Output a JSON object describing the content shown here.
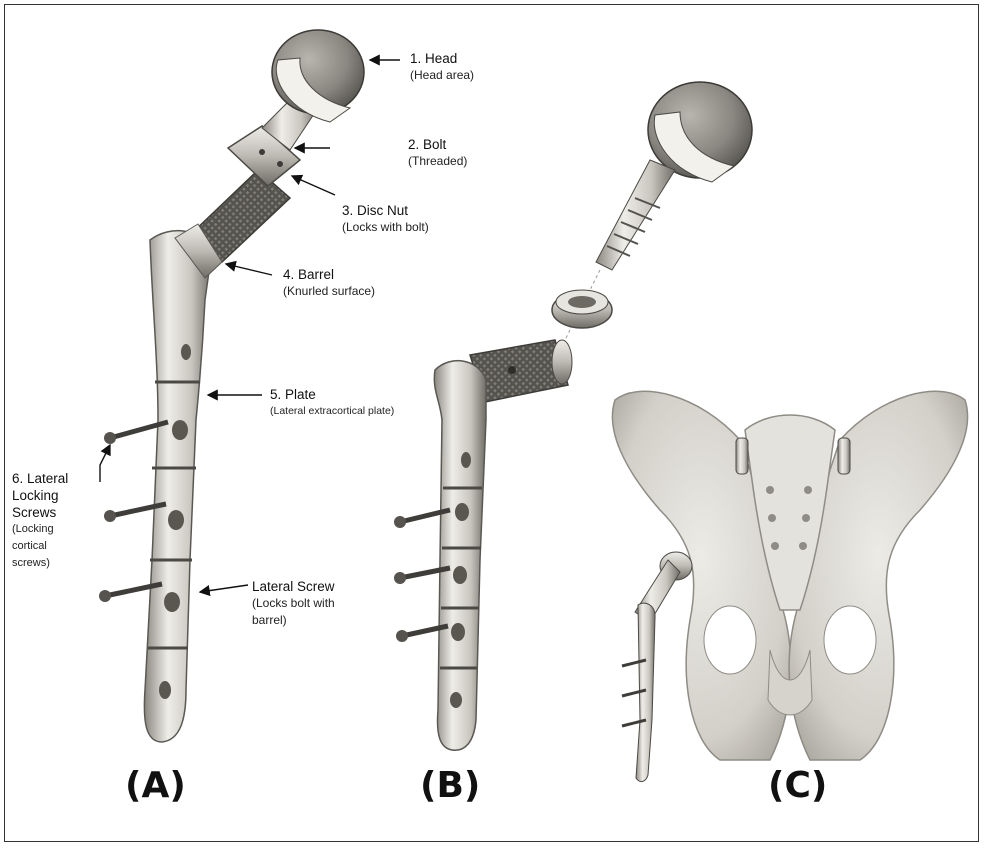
{
  "figure": {
    "panels": [
      {
        "letter": "(A)"
      },
      {
        "letter": "(B)"
      },
      {
        "letter": "(C)"
      }
    ],
    "labels": {
      "head": {
        "main": "1. Head",
        "sub": "(Head area)"
      },
      "bolt": {
        "main": "2. Bolt",
        "sub": "(Threaded)"
      },
      "disc_nut": {
        "main": "3. Disc Nut",
        "sub": "(Locks with bolt)"
      },
      "barrel": {
        "main": "4. Barrel",
        "sub": "(Knurled surface)"
      },
      "plate": {
        "main": "5. Plate",
        "sub": "(Lateral extracortical plate)"
      },
      "locking_screws": {
        "lines": [
          "6. Lateral",
          "Locking",
          "Screws"
        ],
        "sub_lines": [
          "(Locking",
          "cortical",
          "screws)"
        ]
      },
      "lateral_screw": {
        "main": "Lateral Screw",
        "sub_lines": [
          "(Locks bolt with",
          "barrel)"
        ]
      }
    },
    "colors": {
      "metal_light": "#e8e6e0",
      "metal_mid": "#b9b6ae",
      "metal_dark": "#6b6963",
      "head_dome": "#8f8c86",
      "bone": "#d9d6cf",
      "bone_shadow": "#a9a69f",
      "text": "#111111"
    }
  }
}
